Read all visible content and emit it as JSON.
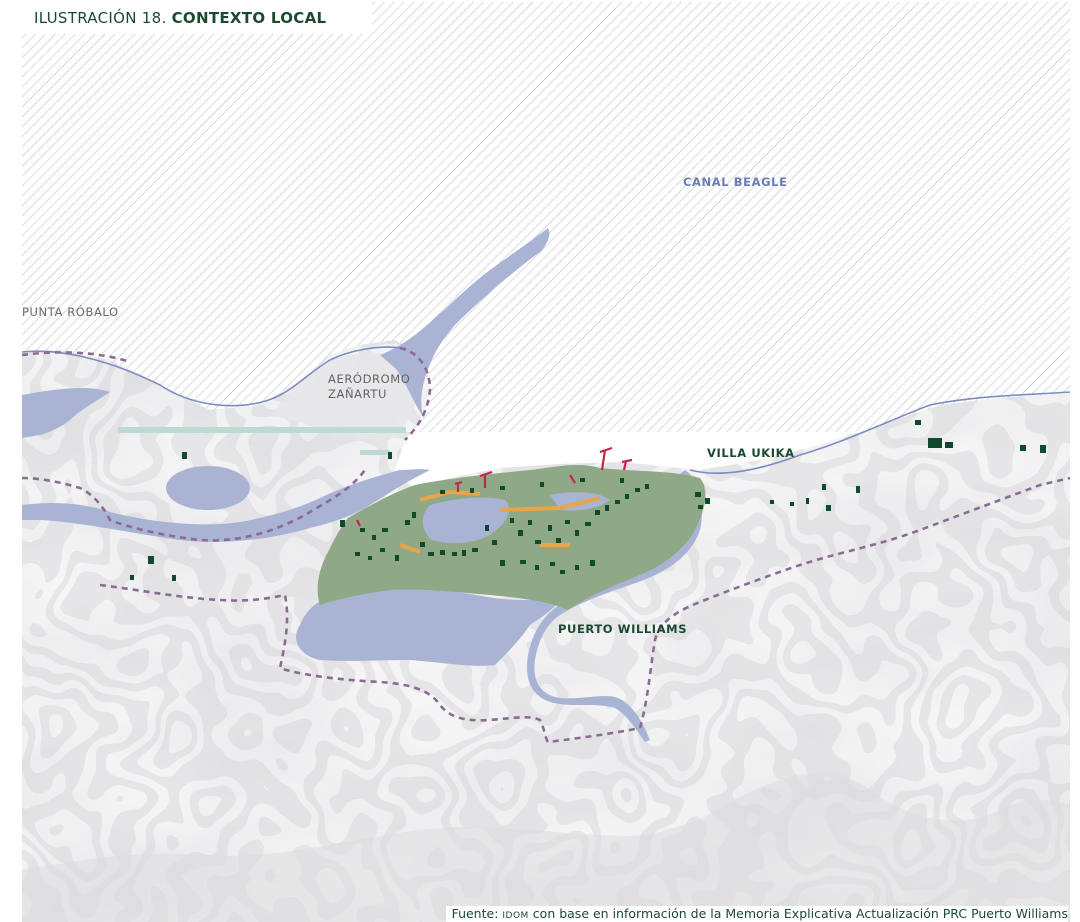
{
  "caption": {
    "prefix": "ILUSTRACIÓN 18. ",
    "title": "CONTEXTO LOCAL"
  },
  "labels": {
    "canal": "CANAL BEAGLE",
    "punta": "PUNTA RÓBALO",
    "aero_line1": "AERÓDROMO",
    "aero_line2": "ZAÑARTU",
    "ukika": "VILLA UKIKA",
    "puerto": "PUERTO WILLIAMS"
  },
  "source": {
    "prefix": "Fuente: ",
    "org": "idom",
    "text": " con base en información de la Memoria Explicativa Actualización PRC Puerto Williams"
  },
  "colors": {
    "sea_hatch": "#b8bcc6",
    "water": "#a9b3d4",
    "urban_area": "#8fa886",
    "buildings": "#0f4a2e",
    "limit_line": "#8b6b95",
    "roads": "#e8a64a",
    "docks": "#c0284a",
    "runway": "#bcd9d2"
  }
}
